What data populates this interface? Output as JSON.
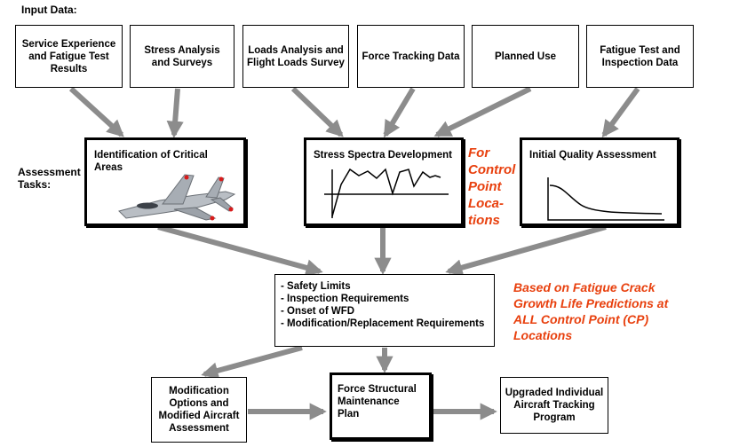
{
  "input_label": "Input Data:",
  "assessment_label": "Assessment Tasks:",
  "inputs": [
    "Service Experience and Fatigue Test Results",
    "Stress Analysis and Surveys",
    "Loads Analysis and Flight Loads Survey",
    "Force Tracking Data",
    "Planned Use",
    "Fatigue Test and Inspection Data"
  ],
  "tasks": [
    "Identification of Critical Areas",
    "Stress Spectra Development",
    "Initial Quality Assessment"
  ],
  "note_control_point": "For Control Point Loca- tions",
  "note_based_on": "Based on Fatigue Crack Growth Life Predictions at ALL Control Point (CP) Locations",
  "center_items": [
    "- Safety Limits",
    "- Inspection Requirements",
    "- Onset of WFD",
    "- Modification/Replacement Requirements"
  ],
  "outputs": {
    "modification": "Modification Options and Modified Aircraft Assessment",
    "fsmp": "Force Structural Maintenance Plan",
    "tracking": "Upgraded Individual Aircraft Tracking Program"
  },
  "colors": {
    "arrow": "#8c8c8c",
    "note": "#e8400e"
  },
  "icons": [
    "fighter-jet-icon",
    "stress-spectrum-icon",
    "decay-curve-icon"
  ]
}
